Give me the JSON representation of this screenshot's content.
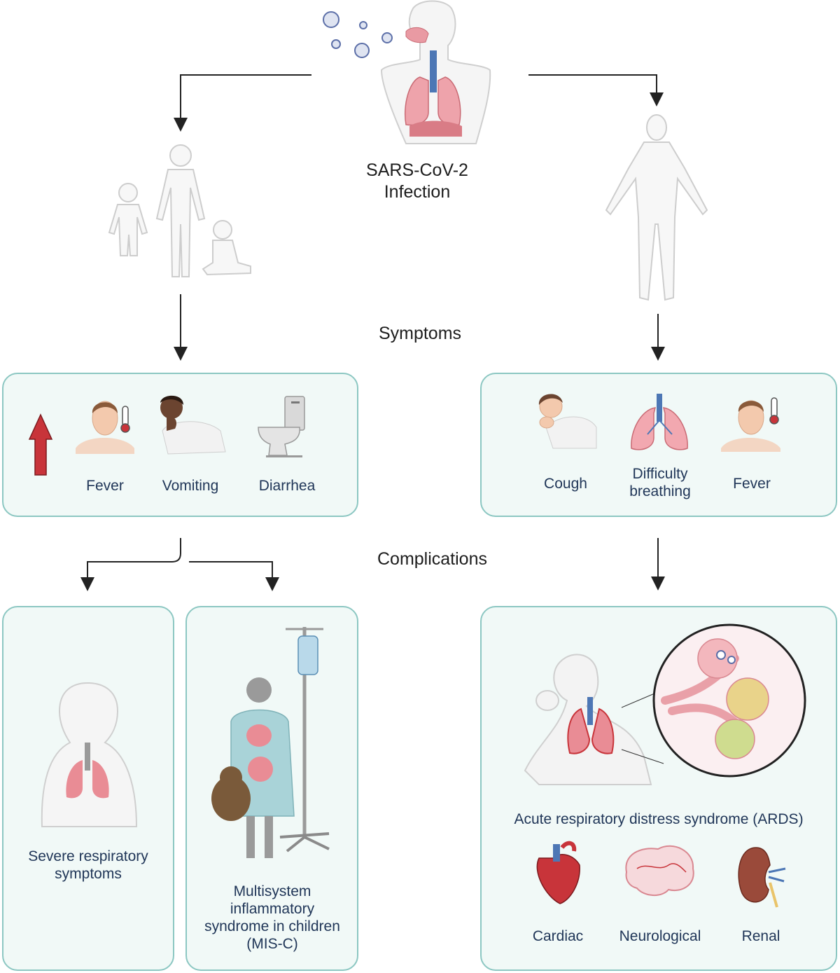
{
  "title": {
    "line1": "SARS-CoV-2",
    "line2": "Infection"
  },
  "headings": {
    "symptoms": "Symptoms",
    "complications": "Complications"
  },
  "children_symptoms": {
    "fever": "Fever",
    "vomiting": "Vomiting",
    "diarrhea": "Diarrhea"
  },
  "adult_symptoms": {
    "cough": "Cough",
    "difficulty_line1": "Difficulty",
    "difficulty_line2": "breathing",
    "fever": "Fever"
  },
  "children_complications": {
    "severe_line1": "Severe respiratory",
    "severe_line2": "symptoms",
    "misc_line1": "Multisystem",
    "misc_line2": "inflammatory",
    "misc_line3": "syndrome in children",
    "misc_line4": "(MIS-C)"
  },
  "adult_complications": {
    "ards": "Acute respiratory distress syndrome (ARDS)",
    "cardiac": "Cardiac",
    "neurological": "Neurological",
    "renal": "Renal"
  },
  "colors": {
    "box_border": "#8cc7c2",
    "box_fill": "#f1f9f7",
    "label_text": "#1f3557",
    "lung": "#e98c95",
    "virus": "#5c6fa8",
    "arrow_red": "#c8343a"
  }
}
